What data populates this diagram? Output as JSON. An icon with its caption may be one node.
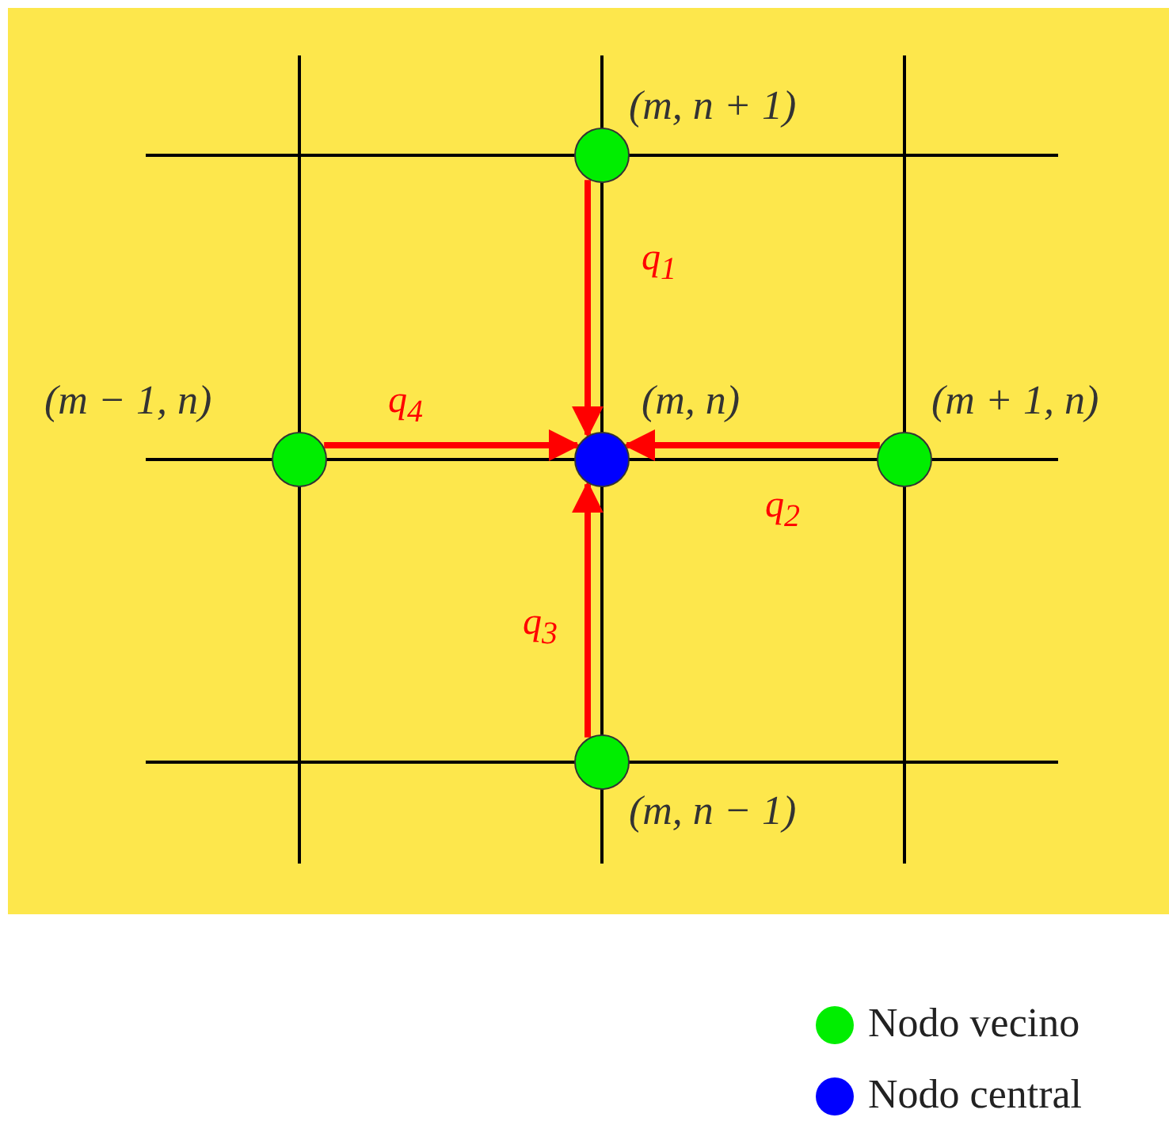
{
  "diagram": {
    "nodes": [
      {
        "text": [],
        "shape": "circle",
        "beside": [
          "(m, n + 1)"
        ]
      },
      {
        "text": [],
        "shape": "circle",
        "beside": [
          "(m − 1, n)"
        ]
      },
      {
        "text": [],
        "shape": "circle",
        "beside": [
          "(m, n)"
        ]
      },
      {
        "text": [],
        "shape": "circle",
        "beside": [
          "(m + 1, n)"
        ]
      },
      {
        "text": [],
        "shape": "circle",
        "beside": [
          "(m, n − 1)"
        ]
      }
    ],
    "edges": [
      {
        "from": 0,
        "to": 2,
        "arrow": "to",
        "label": "q$_{1}$"
      },
      {
        "from": 3,
        "to": 2,
        "arrow": "to",
        "label": "q$_{2}$"
      },
      {
        "from": 4,
        "to": 2,
        "arrow": "to",
        "label": "q$_{3}$"
      },
      {
        "from": 1,
        "to": 2,
        "arrow": "to",
        "label": "q$_{4}$"
      }
    ],
    "legend": [
      {
        "text": "Nodo vecino",
        "color": "#00ee00"
      },
      {
        "text": "Nodo central",
        "color": "#0000ff"
      }
    ]
  }
}
